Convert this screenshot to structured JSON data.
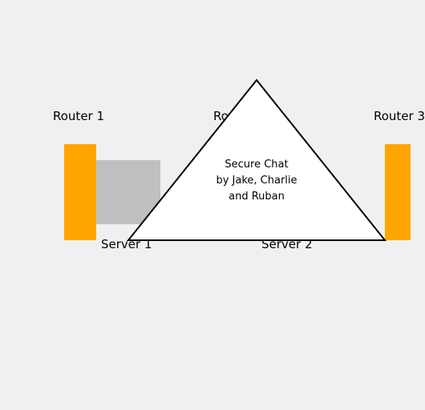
{
  "routers": [
    {
      "label": "Router 1"
    },
    {
      "label": "Router 2"
    },
    {
      "label": "Router 3"
    }
  ],
  "servers": [
    {
      "label": "Server 1"
    },
    {
      "label": "Server 2"
    }
  ],
  "title_lines": [
    "Secure Chat",
    "by Jake, Charlie",
    "and Ruban"
  ],
  "colors": {
    "background": "#f0f0f0",
    "router": "#ffa500",
    "server": "#c0c0c0",
    "triangle_fill": "#ffffff",
    "triangle_stroke": "#000000"
  }
}
